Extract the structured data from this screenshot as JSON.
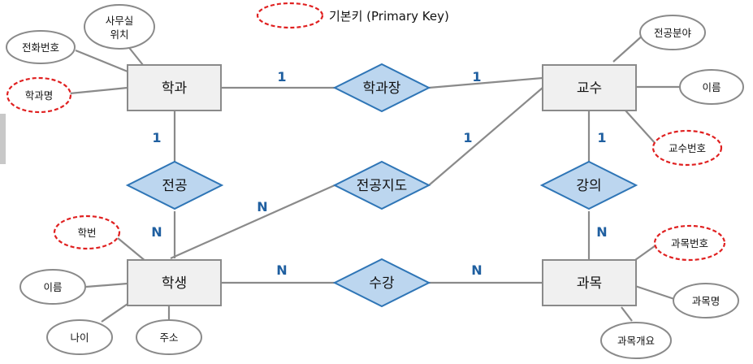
{
  "legend": {
    "label": "기본키 (Primary Key)"
  },
  "entities": {
    "department": "학과",
    "professor": "교수",
    "student": "학생",
    "course": "과목"
  },
  "relationships": {
    "head": "학과장",
    "major": "전공",
    "advise": "전공지도",
    "lecture": "강의",
    "enroll": "수강"
  },
  "attributes": {
    "dept_phone": "전화번호",
    "dept_office_line1": "사무실",
    "dept_office_line2": "위치",
    "dept_name": "학과명",
    "prof_field": "전공분야",
    "prof_name": "이름",
    "prof_id": "교수번호",
    "stu_id": "학번",
    "stu_name": "이름",
    "stu_age": "나이",
    "stu_address": "주소",
    "course_id": "과목번호",
    "course_name": "과목명",
    "course_summary": "과목개요"
  },
  "cardinalities": {
    "dept_head": "1",
    "prof_head": "1",
    "dept_major": "1",
    "stu_major": "N",
    "stu_advise": "N",
    "prof_advise": "1",
    "prof_lecture": "1",
    "course_lecture": "N",
    "stu_enroll": "N",
    "course_enroll": "N"
  },
  "colors": {
    "entity_fill": "#f0f0f0",
    "entity_stroke": "#8a8a8a",
    "relationship_fill": "#bcd6ef",
    "relationship_stroke": "#2e75b6",
    "attribute_stroke": "#8a8a8a",
    "primary_key_stroke": "#e02020",
    "line": "#8a8a8a",
    "cardinality": "#1f5fa0"
  }
}
